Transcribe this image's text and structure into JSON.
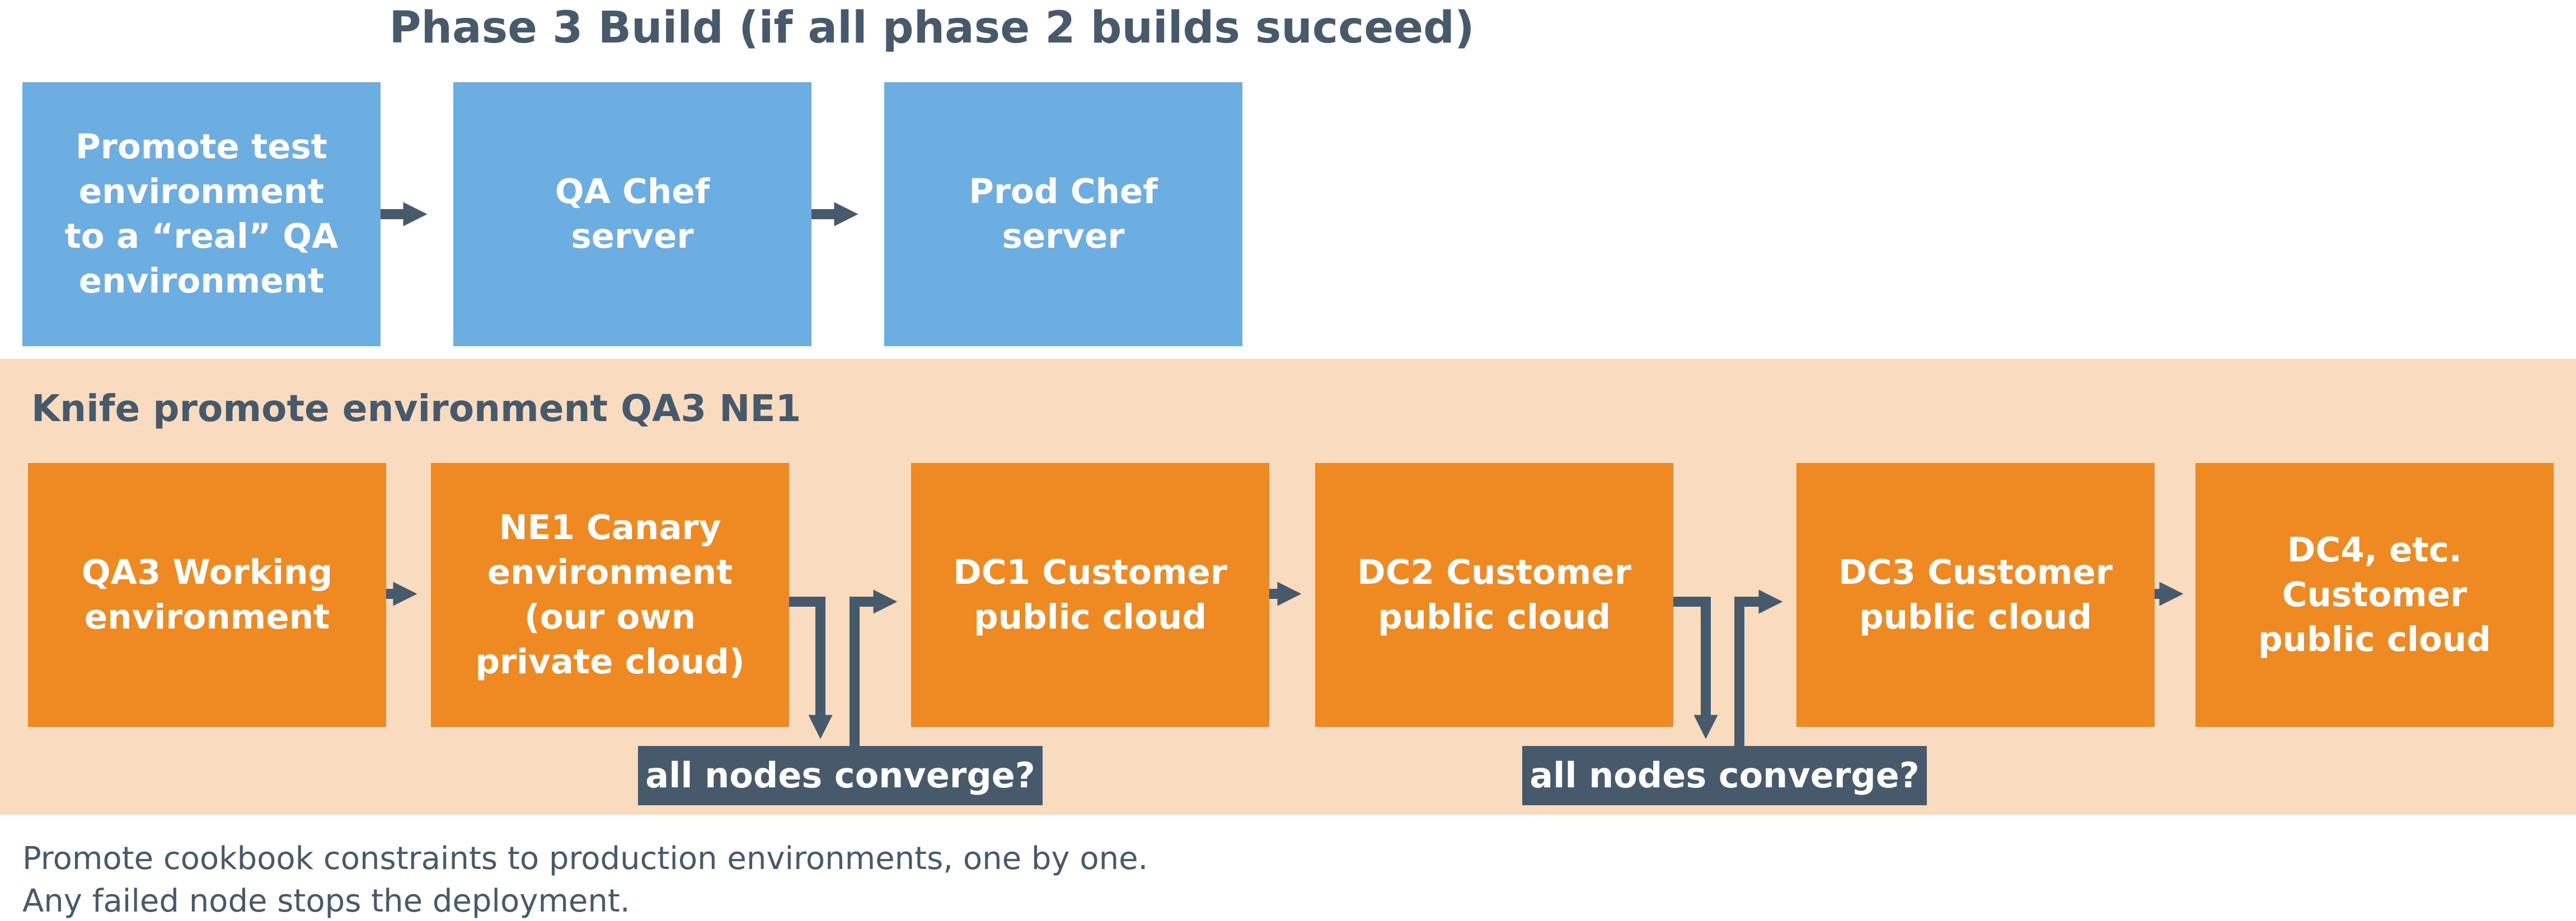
{
  "diagram": {
    "title": "Phase 3 Build (if all phase 2 builds succeed)",
    "top_row": [
      {
        "label": "Promote test\nenvironment\nto a “real” QA\nenvironment"
      },
      {
        "label": "QA Chef\nserver"
      },
      {
        "label": "Prod Chef\nserver"
      }
    ],
    "band_label": "Knife promote environment QA3 NE1",
    "bottom_row": [
      {
        "label": "QA3 Working\nenvironment"
      },
      {
        "label": "NE1 Canary\nenvironment\n(our own\nprivate cloud)"
      },
      {
        "label": "DC1 Customer\npublic cloud"
      },
      {
        "label": "DC2 Customer\npublic cloud"
      },
      {
        "label": "DC3 Customer\npublic cloud"
      },
      {
        "label": "DC4, etc.\nCustomer\npublic cloud"
      }
    ],
    "checks": [
      {
        "label": "all nodes converge?"
      },
      {
        "label": "all nodes converge?"
      }
    ],
    "caption_lines": [
      "Promote cookbook constraints to production environments, one by one.",
      "Any failed node stops the deployment."
    ]
  },
  "colors": {
    "blue_box": "#6caee1",
    "orange_box": "#ef8a22",
    "band": "#f9dcbf",
    "dark_slate": "#475a6b",
    "arrow": "#475a6b"
  }
}
